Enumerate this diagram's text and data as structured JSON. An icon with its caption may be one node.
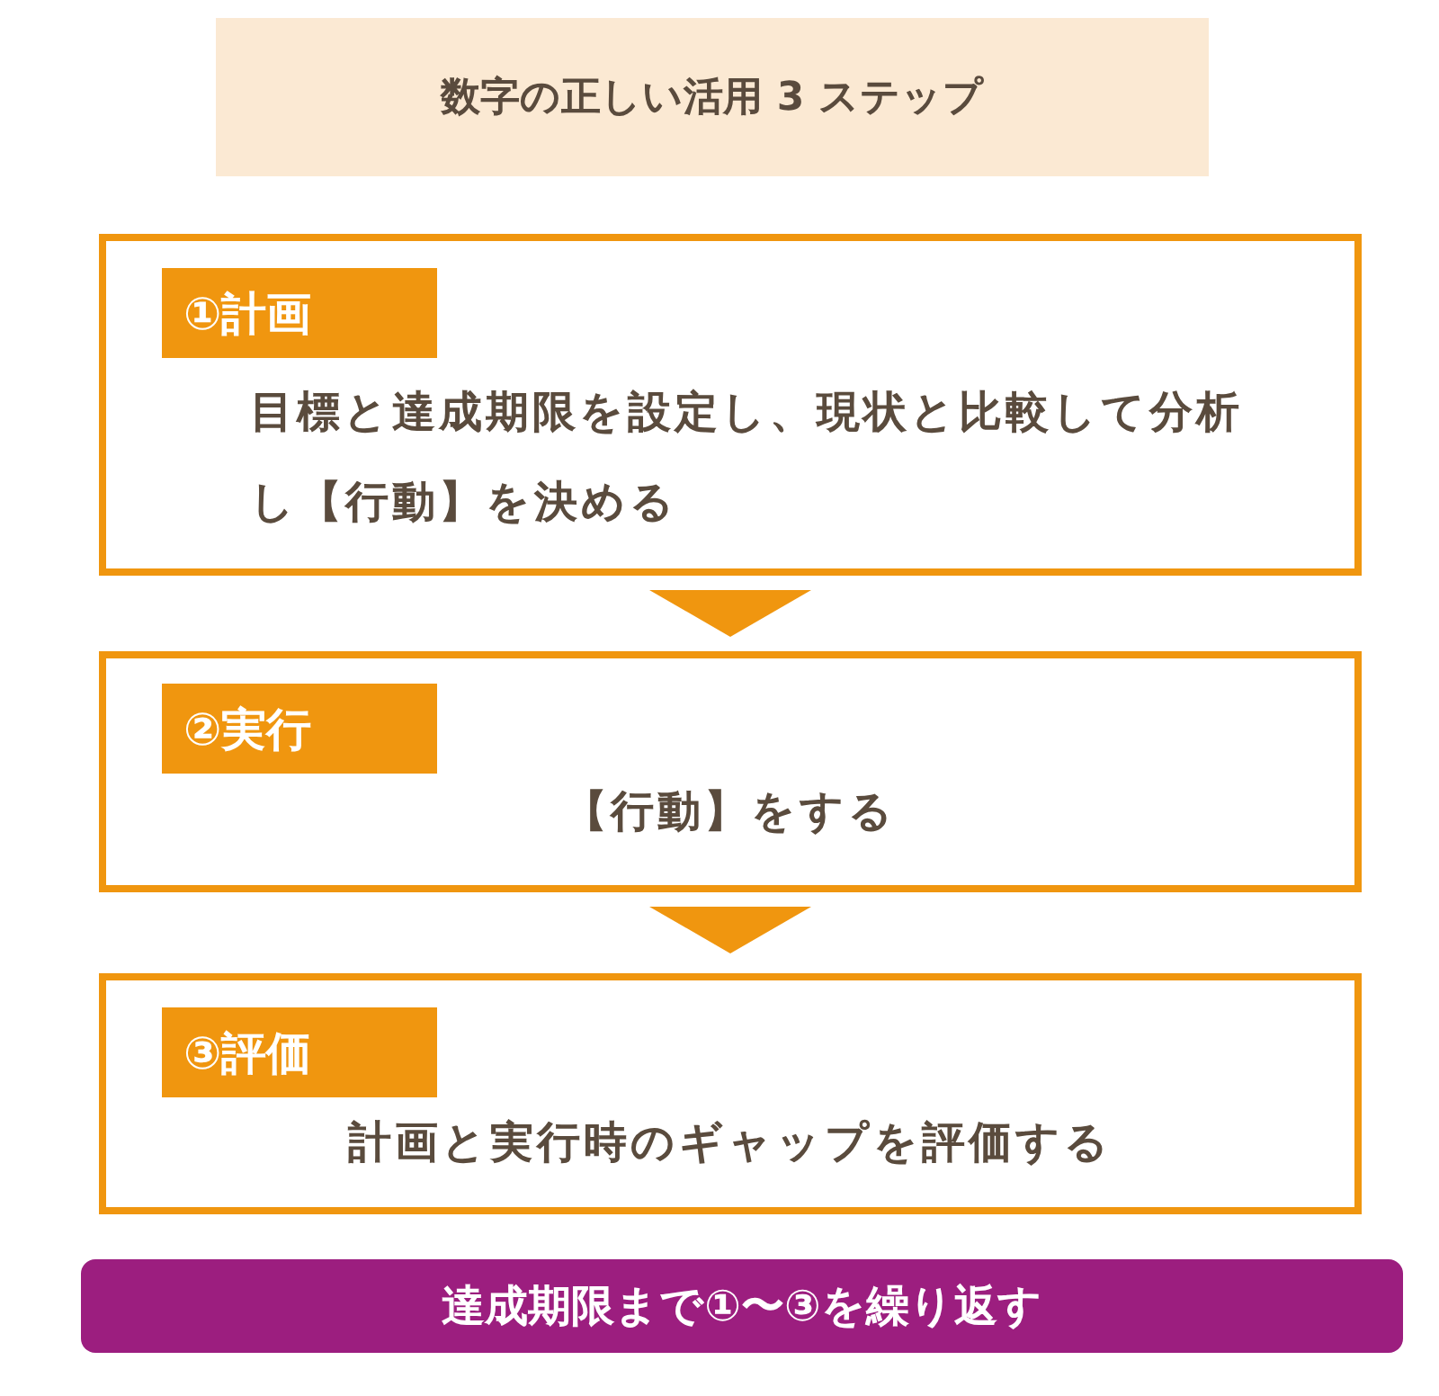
{
  "diagram": {
    "title": "数字の正しい活用 **3** ステップ",
    "nodes": [
      {
        "text": [
          "①計画",
          "目標と達成期限を設定し、現状と比較して分析し【行動】を決める"
        ]
      },
      {
        "text": [
          "②実行",
          "【行動】をする"
        ]
      },
      {
        "text": [
          "③評価",
          "計画と実行時のギャップを評価する"
        ]
      },
      {
        "text": [
          "達成期限まで①〜③を繰り返す"
        ]
      }
    ],
    "edges": [
      {
        "from": 0,
        "to": 1,
        "arrow": "to"
      },
      {
        "from": 1,
        "to": 2,
        "arrow": "to"
      }
    ]
  }
}
